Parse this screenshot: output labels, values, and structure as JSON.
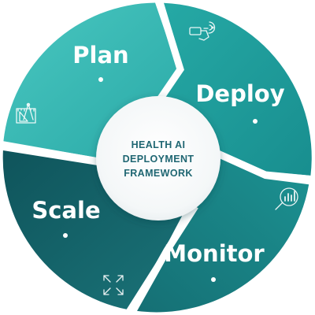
{
  "center": {
    "lines": [
      "HEALTH AI",
      "DEPLOYMENT",
      "FRAMEWORK"
    ]
  },
  "segments": [
    {
      "id": "plan",
      "label": "Plan",
      "color": "#3dbcb7",
      "icon": "ruler-compass-icon"
    },
    {
      "id": "deploy",
      "label": "Deploy",
      "color": "#21a3a0",
      "icon": "touch-pointer-icon"
    },
    {
      "id": "monitor",
      "label": "Monitor",
      "color": "#1b8a8b",
      "icon": "chart-magnifier-icon"
    },
    {
      "id": "scale",
      "label": "Scale",
      "color": "#135f66",
      "icon": "expand-arrows-icon"
    }
  ],
  "colors": {
    "background": "#ffffff",
    "center_fill": "#ffffff",
    "center_text": "#1f6672",
    "separator": "#ffffff"
  }
}
